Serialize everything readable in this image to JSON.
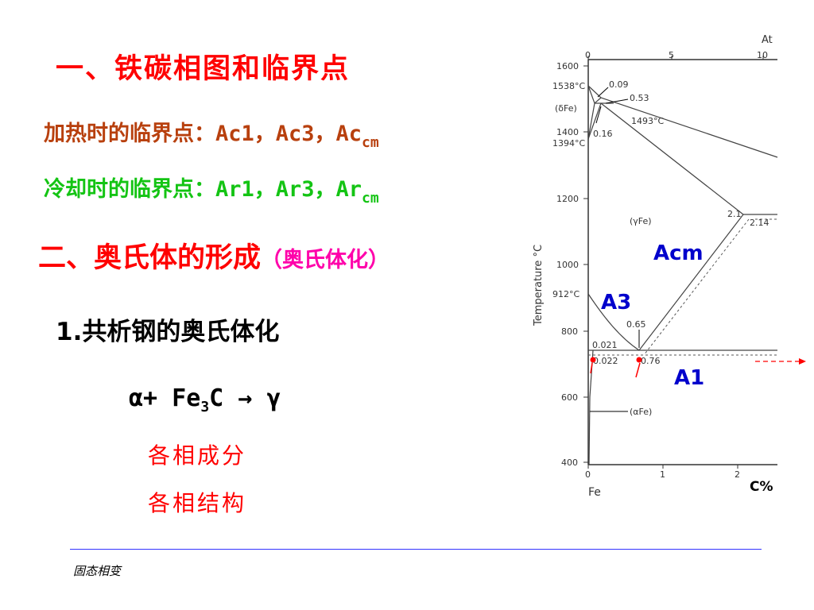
{
  "heading1": "一、铁碳相图和临界点",
  "heating": {
    "label": "加热时的临界点：",
    "values": "Ac1，Ac3，Ac",
    "sub": "cm"
  },
  "cooling": {
    "label": "冷却时的临界点：",
    "values": "Ar1，Ar3，Ar",
    "sub": "cm"
  },
  "heading2": {
    "main": "二、奥氏体的形成",
    "paren": "（奥氏体化）"
  },
  "item1": "1.共析钢的奥氏体化",
  "equation": {
    "left": "α+ Fe",
    "sub": "3",
    "right": "C → γ"
  },
  "notes": [
    "各相成分",
    "各相结构"
  ],
  "footer": "固态相变",
  "diagram": {
    "top_axis_unit": "At",
    "top_ticks": [
      "0",
      "5",
      "10"
    ],
    "y_ticks": [
      "1600",
      "1400",
      "1200",
      "1000",
      "800",
      "600",
      "400"
    ],
    "x_ticks": [
      "0",
      "1",
      "2"
    ],
    "y_label": "Temperature °C",
    "x_left_label": "Fe",
    "x_right_label": "C%",
    "annotations": {
      "t1538": "1538°C",
      "t1394": "1394°C",
      "t912": "912°C",
      "t1493": "1493°C",
      "c009": "0.09",
      "c053": "0.53",
      "c016": "0.16",
      "delta_fe": "(δFe)",
      "gamma_fe": "(γFe)",
      "alpha_fe": "(αFe)",
      "c21": "2.1",
      "c214": "2.14",
      "c065": "0.65",
      "c0021": "0.021",
      "c0022": "0.022",
      "c076": "0.76"
    },
    "labels": {
      "acm": "Acm",
      "a3": "A3",
      "a1": "A1"
    },
    "colors": {
      "label_blue": "#0000cc",
      "arrow_red": "#ff0000",
      "line": "#333333"
    }
  }
}
